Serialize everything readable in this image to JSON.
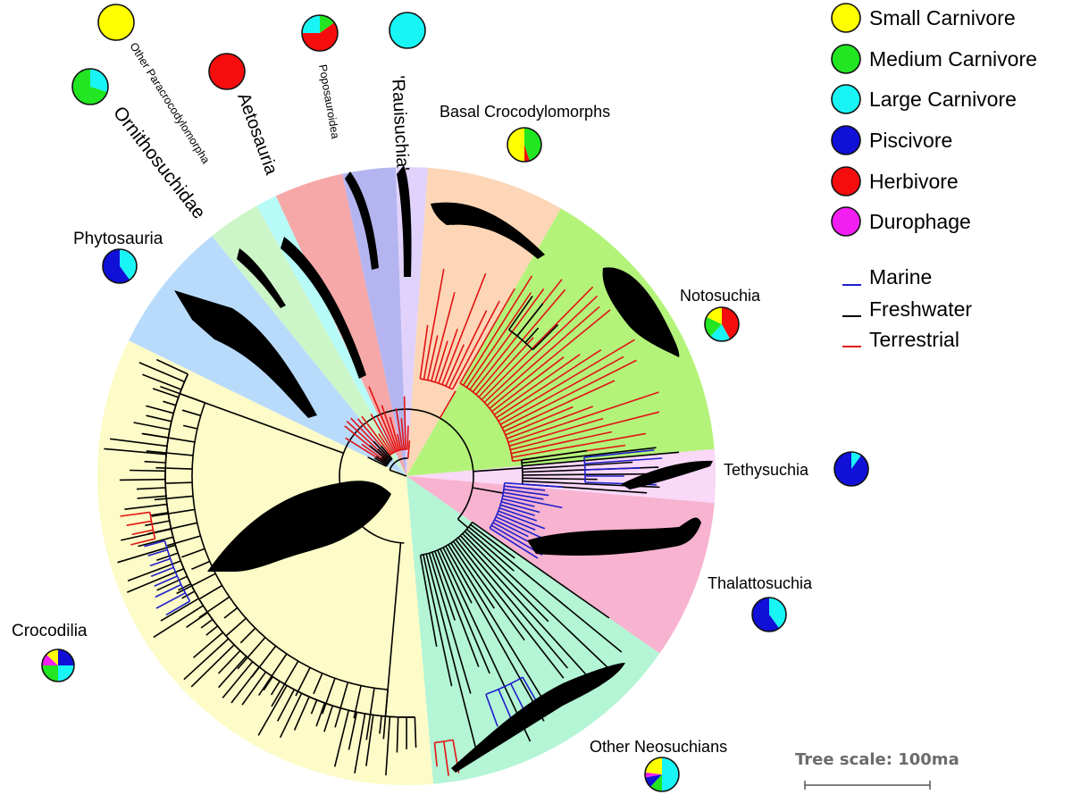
{
  "clades": [
    {
      "id": "crocodilia",
      "label": "Crocodilia",
      "color": "#fdfbc7",
      "diet": [
        {
          "k": "piscivore",
          "v": 0.25
        },
        {
          "k": "large",
          "v": 0.25
        },
        {
          "k": "medium",
          "v": 0.25
        },
        {
          "k": "durophage",
          "v": 0.12
        },
        {
          "k": "small",
          "v": 0.13
        }
      ]
    },
    {
      "id": "phytosauria",
      "label": "Phytosauria",
      "color": "#b9dbfb",
      "diet": [
        {
          "k": "large",
          "v": 0.4
        },
        {
          "k": "piscivore",
          "v": 0.6
        }
      ]
    },
    {
      "id": "ornithosuchidae",
      "label": "Ornithosuchidae",
      "color": "#cdf6c8",
      "diet": [
        {
          "k": "large",
          "v": 0.3
        },
        {
          "k": "medium",
          "v": 0.7
        }
      ]
    },
    {
      "id": "other-paracrocodylomorpha",
      "label": "Other Paracrocodylomorpha",
      "color": "#b7fbf8",
      "diet": [
        {
          "k": "small",
          "v": 1
        }
      ]
    },
    {
      "id": "aetosauria",
      "label": "Aetosauria",
      "color": "#f6a7a7",
      "diet": [
        {
          "k": "herbivore",
          "v": 1
        }
      ]
    },
    {
      "id": "poposauroidea",
      "label": "Poposauroidea",
      "color": "#b4b5f0",
      "diet": [
        {
          "k": "medium",
          "v": 0.15
        },
        {
          "k": "herbivore",
          "v": 0.6
        },
        {
          "k": "large",
          "v": 0.25
        }
      ]
    },
    {
      "id": "rauisuchia",
      "label": "'Rauisuchia'",
      "color": "#e1d2fb",
      "diet": [
        {
          "k": "large",
          "v": 1
        }
      ]
    },
    {
      "id": "basal-crocodylomorphs",
      "label": "Basal Crocodylomorphs",
      "color": "#fcd6b6",
      "diet": [
        {
          "k": "medium",
          "v": 0.45
        },
        {
          "k": "herbivore",
          "v": 0.05
        },
        {
          "k": "small",
          "v": 0.5
        }
      ]
    },
    {
      "id": "notosuchia",
      "label": "Notosuchia",
      "color": "#b4f37a",
      "diet": [
        {
          "k": "herbivore",
          "v": 0.42
        },
        {
          "k": "large",
          "v": 0.2
        },
        {
          "k": "medium",
          "v": 0.2
        },
        {
          "k": "small",
          "v": 0.18
        }
      ]
    },
    {
      "id": "tethysuchia",
      "label": "Tethysuchia",
      "color": "#f9d8f8",
      "diet": [
        {
          "k": "large",
          "v": 0.1
        },
        {
          "k": "piscivore",
          "v": 0.9
        }
      ]
    },
    {
      "id": "thalattosuchia",
      "label": "Thalattosuchia",
      "color": "#f7b3d0",
      "diet": [
        {
          "k": "large",
          "v": 0.4
        },
        {
          "k": "piscivore",
          "v": 0.6
        }
      ]
    },
    {
      "id": "other-neosuchians",
      "label": "Other Neosuchians",
      "color": "#b3f5d5",
      "diet": [
        {
          "k": "large",
          "v": 0.5
        },
        {
          "k": "medium",
          "v": 0.12
        },
        {
          "k": "piscivore",
          "v": 0.1
        },
        {
          "k": "durophage",
          "v": 0.05
        },
        {
          "k": "small",
          "v": 0.23
        }
      ]
    }
  ],
  "diet_legend": [
    {
      "key": "small",
      "label": "Small Carnivore",
      "color": "#ffff00"
    },
    {
      "key": "medium",
      "label": "Medium Carnivore",
      "color": "#21e621"
    },
    {
      "key": "large",
      "label": "Large Carnivore",
      "color": "#19f5f5"
    },
    {
      "key": "piscivore",
      "label": "Piscivore",
      "color": "#1010d8"
    },
    {
      "key": "herbivore",
      "label": "Herbivore",
      "color": "#f50d0d"
    },
    {
      "key": "durophage",
      "label": "Durophage",
      "color": "#f21ef2"
    }
  ],
  "habitat_legend": [
    {
      "key": "marine",
      "label": "Marine",
      "color": "#1f1fcc"
    },
    {
      "key": "freshwater",
      "label": "Freshwater",
      "color": "#000000"
    },
    {
      "key": "terrestrial",
      "label": "Terrestrial",
      "color": "#e11414"
    }
  ],
  "scale": {
    "label": "Tree scale: 100ma"
  }
}
